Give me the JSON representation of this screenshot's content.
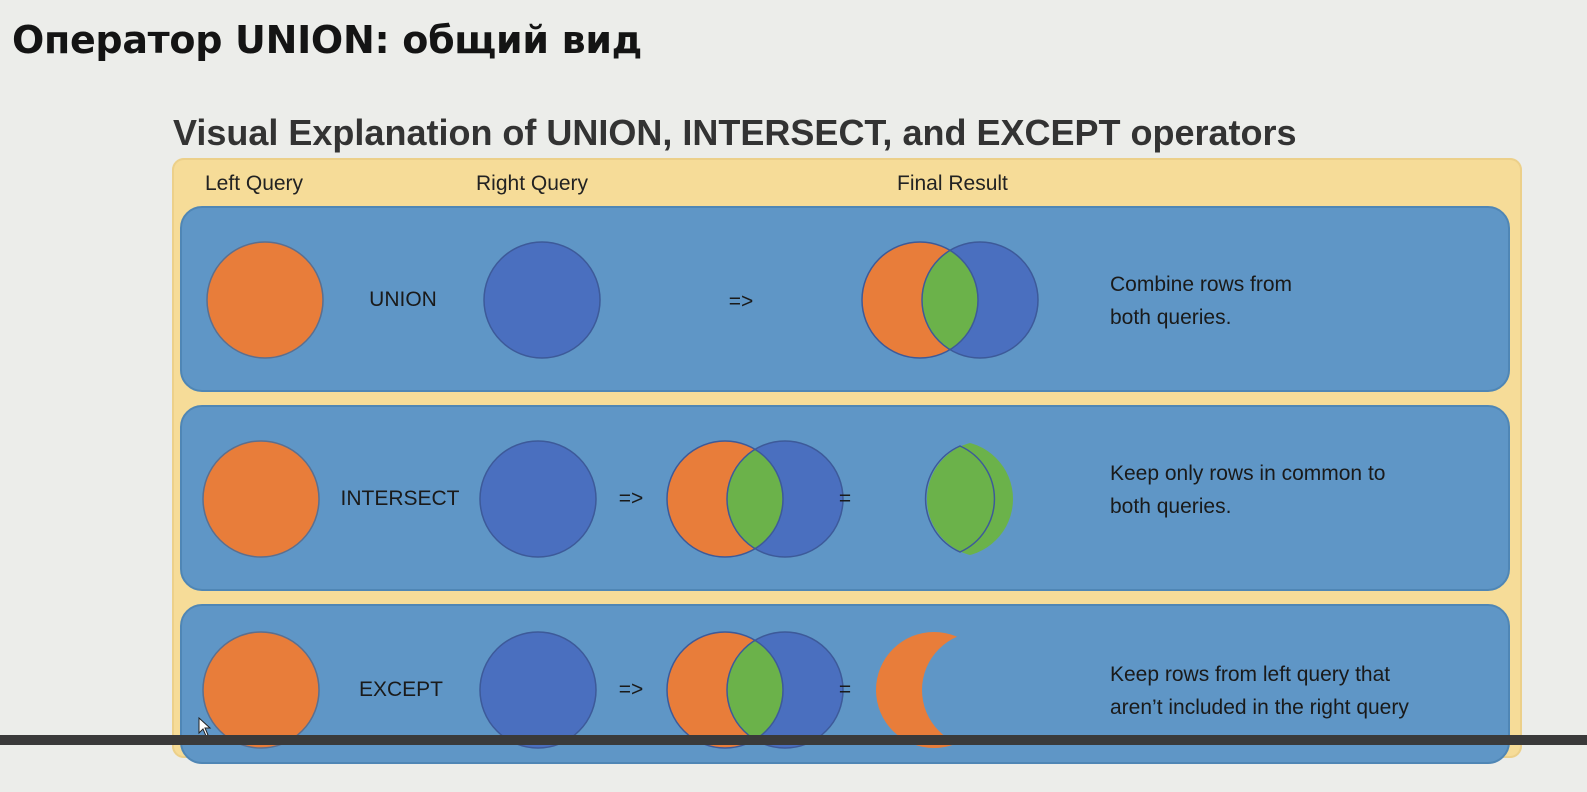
{
  "slide_title": "Оператор UNION: общий вид",
  "diagram": {
    "title": "Visual Explanation of UNION, INTERSECT, and EXCEPT operators",
    "columns": {
      "left": "Left Query",
      "right": "Right Query",
      "result": "Final Result"
    },
    "colors": {
      "left_set": "#e87d3a",
      "right_set": "#4a6fbf",
      "overlap": "#6bb24a",
      "row_bg": "#5f96c6",
      "panel_bg": "#f6dc98"
    },
    "rows": [
      {
        "operator": "UNION",
        "arrow": "=>",
        "equals": "",
        "description_line1": "Combine rows from",
        "description_line2": "both queries."
      },
      {
        "operator": "INTERSECT",
        "arrow": "=>",
        "equals": "=",
        "description_line1": "Keep only rows in common to",
        "description_line2": "both queries."
      },
      {
        "operator": "EXCEPT",
        "arrow": "=>",
        "equals": "=",
        "description_line1": "Keep rows from left query that",
        "description_line2": "aren’t included in the right query"
      }
    ]
  }
}
